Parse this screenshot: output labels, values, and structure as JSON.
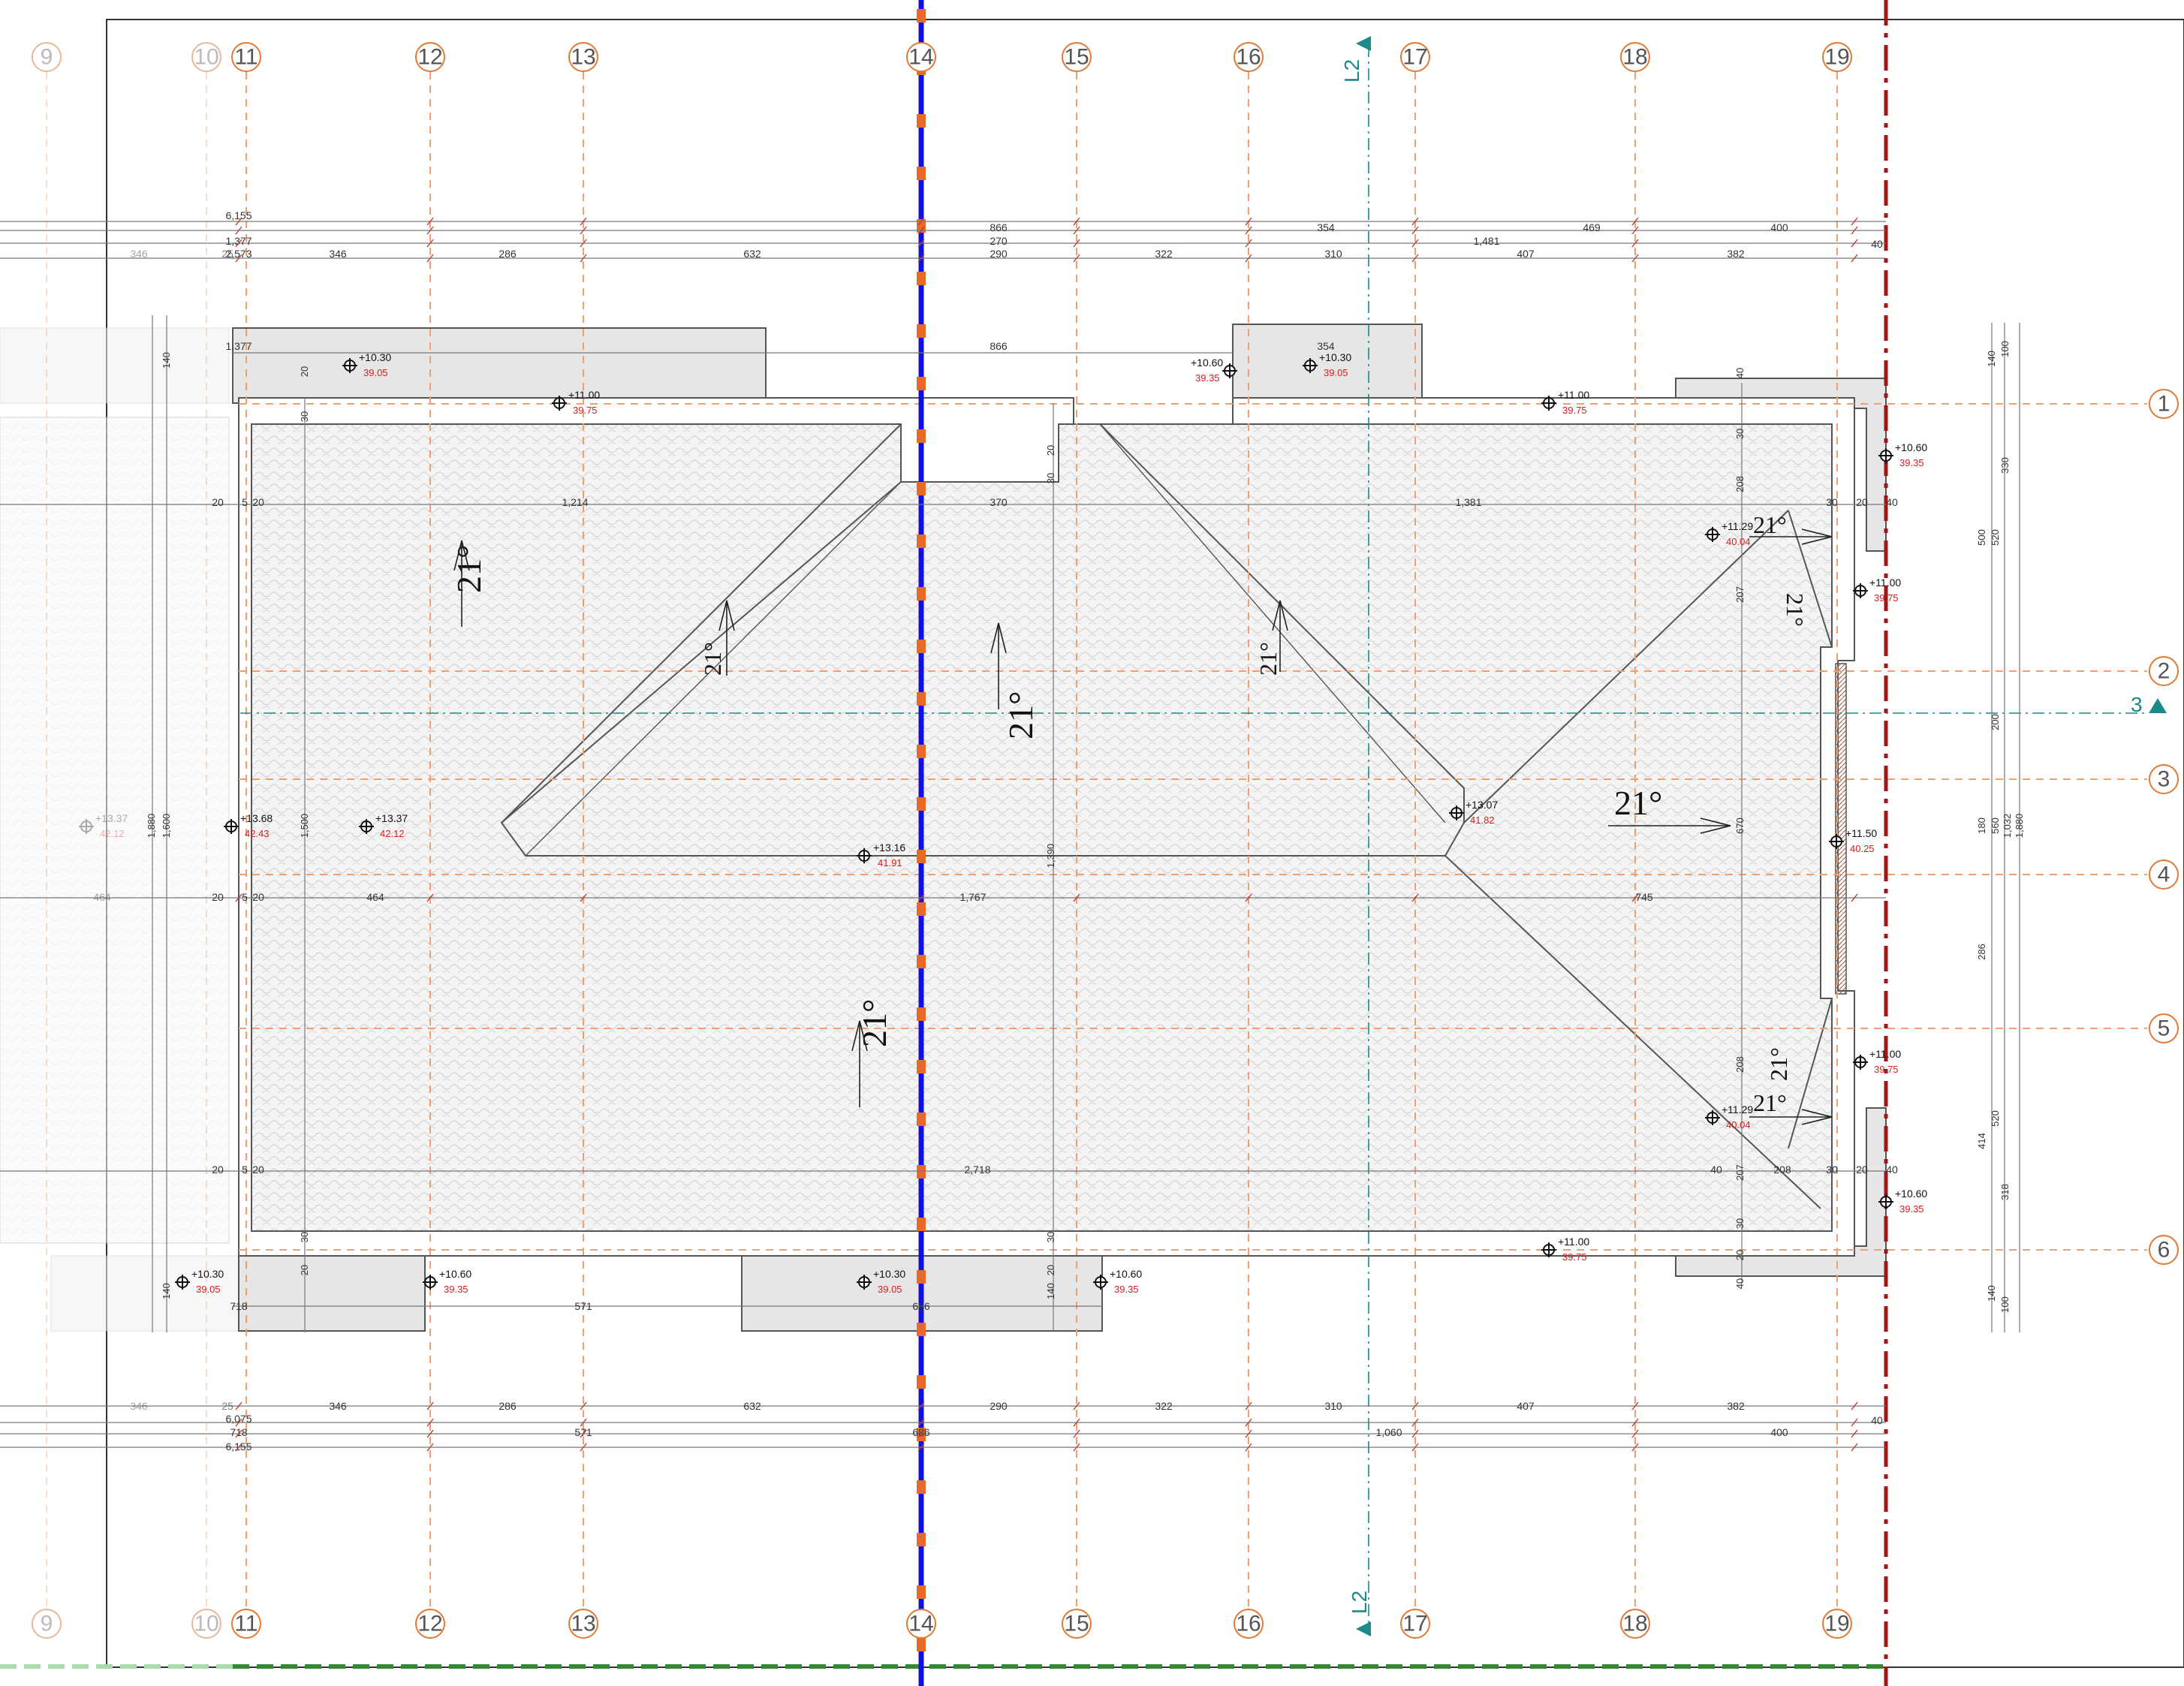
{
  "drawing": {
    "grid_columns": [
      "11",
      "12",
      "13",
      "14",
      "15",
      "16",
      "17",
      "18",
      "19"
    ],
    "grid_columns_faint": [
      "9",
      "10"
    ],
    "grid_rows": [
      "1",
      "2",
      "3",
      "4",
      "5",
      "6"
    ],
    "section_markers": {
      "vertical": "L2",
      "horizontal": "3"
    },
    "top_dimensions": {
      "row1_label": "6,155",
      "row1": [
        "866",
        "354",
        "469",
        "400"
      ],
      "row2_label": "1,377",
      "row2": [
        "270",
        "1,481"
      ],
      "row3_label": "2,573",
      "row3": [
        "346",
        "286",
        "632",
        "290",
        "322",
        "310",
        "407",
        "382",
        "40"
      ],
      "row3_faint": [
        "346",
        "25"
      ]
    },
    "bottom_dimensions": {
      "row1": [
        "346",
        "286",
        "632",
        "290",
        "322",
        "310",
        "407",
        "382"
      ],
      "row1_faint": [
        "346",
        "25"
      ],
      "row1_label": "6,075",
      "row2_label": "718",
      "row2": [
        "571",
        "686",
        "1,060",
        "400",
        "40"
      ],
      "row3_label": "6,155"
    },
    "inner_dims": {
      "parapet_top": [
        "1,377",
        "866",
        "354"
      ],
      "row_a": [
        "1,214",
        "370",
        "1,381",
        "30",
        "20",
        "40"
      ],
      "row_b": [
        "464",
        "1,767",
        "745"
      ],
      "row_b_faint": "464",
      "row_c": [
        "2,718",
        "40",
        "208",
        "30",
        "20",
        "40"
      ],
      "bottom_parapet": [
        "718",
        "571",
        "686"
      ],
      "small": [
        "20",
        "5",
        "20"
      ],
      "verticals_left": [
        "1,880",
        "1,600",
        "1,500",
        "140",
        "20",
        "30",
        "140",
        "20",
        "30"
      ],
      "verticals_mid": [
        "20",
        "30",
        "1,390",
        "30",
        "20",
        "140"
      ],
      "verticals_right": [
        "40",
        "30",
        "208",
        "207",
        "670",
        "208",
        "207",
        "30",
        "40",
        "20"
      ],
      "right_chain_a": [
        "140",
        "100",
        "330",
        "520",
        "500",
        "200",
        "180",
        "560",
        "1,032",
        "1,880",
        "286",
        "414",
        "520",
        "318",
        "140",
        "100"
      ]
    },
    "slopes": [
      "21°",
      "21°",
      "21°",
      "21°",
      "21°",
      "21°",
      "21°",
      "21°",
      "21°",
      "21°"
    ],
    "levels": [
      {
        "top": "+10.30",
        "bottom": "39.05"
      },
      {
        "top": "+11.00",
        "bottom": "39.75"
      },
      {
        "top": "+10.60",
        "bottom": "39.35"
      },
      {
        "top": "+10.30",
        "bottom": "39.05"
      },
      {
        "top": "+11.00",
        "bottom": "39.75"
      },
      {
        "top": "+10.60",
        "bottom": "39.35"
      },
      {
        "top": "+11.29",
        "bottom": "40.04"
      },
      {
        "top": "+11.00",
        "bottom": "39.75"
      },
      {
        "top": "+13.68",
        "bottom": "42.43"
      },
      {
        "top": "+13.37",
        "bottom": "42.12"
      },
      {
        "top": "+13.16",
        "bottom": "41.91"
      },
      {
        "top": "+13.07",
        "bottom": "41.82"
      },
      {
        "top": "+11.50",
        "bottom": "40.25"
      },
      {
        "top": "+11.00",
        "bottom": "39.75"
      },
      {
        "top": "+11.29",
        "bottom": "40.04"
      },
      {
        "top": "+10.60",
        "bottom": "39.35"
      },
      {
        "top": "+11.00",
        "bottom": "39.75"
      },
      {
        "top": "+10.60",
        "bottom": "39.35"
      },
      {
        "top": "+10.30",
        "bottom": "39.05"
      },
      {
        "top": "+10.60",
        "bottom": "39.35"
      },
      {
        "top": "+10.30",
        "bottom": "39.05"
      },
      {
        "top": "+13.37",
        "bottom": "42.12"
      }
    ],
    "colors": {
      "grid": "#f0a070",
      "section": "#1a8a8a",
      "axis_blue": "#1010e0",
      "axis_marks": "#e8692a",
      "property_line": "#a31515",
      "boundary_green": "#2e8b2e"
    }
  }
}
